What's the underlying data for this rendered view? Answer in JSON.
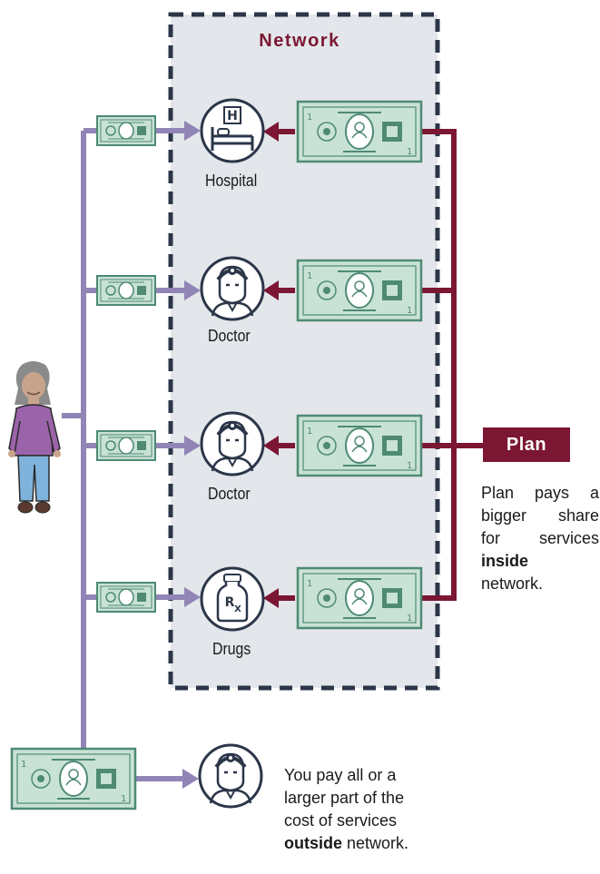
{
  "network": {
    "title": "Network"
  },
  "providers": [
    {
      "label": "Hospital",
      "icon": "hospital-bed-icon"
    },
    {
      "label": "Doctor",
      "icon": "doctor-icon"
    },
    {
      "label": "Doctor",
      "icon": "doctor-icon"
    },
    {
      "label": "Drugs",
      "icon": "prescription-bottle-icon"
    }
  ],
  "plan": {
    "label": "Plan",
    "description_lines": [
      "Plan pays a",
      "bigger share",
      "for services"
    ],
    "description_bold": "inside",
    "description_last": "network."
  },
  "outside": {
    "icon": "doctor-icon",
    "lines": [
      "You pay all or a",
      "larger part of the",
      "cost of services"
    ],
    "bold": "outside",
    "tail": " network."
  },
  "colors": {
    "network_border": "#2b3648",
    "network_fill": "#e3e6ea",
    "title": "#7b1733",
    "plan": "#7b1733",
    "member_line": "#9184b6",
    "plan_line": "#7b1733",
    "bill_fill": "#c9e2d6",
    "bill_ink": "#4e8a74"
  }
}
